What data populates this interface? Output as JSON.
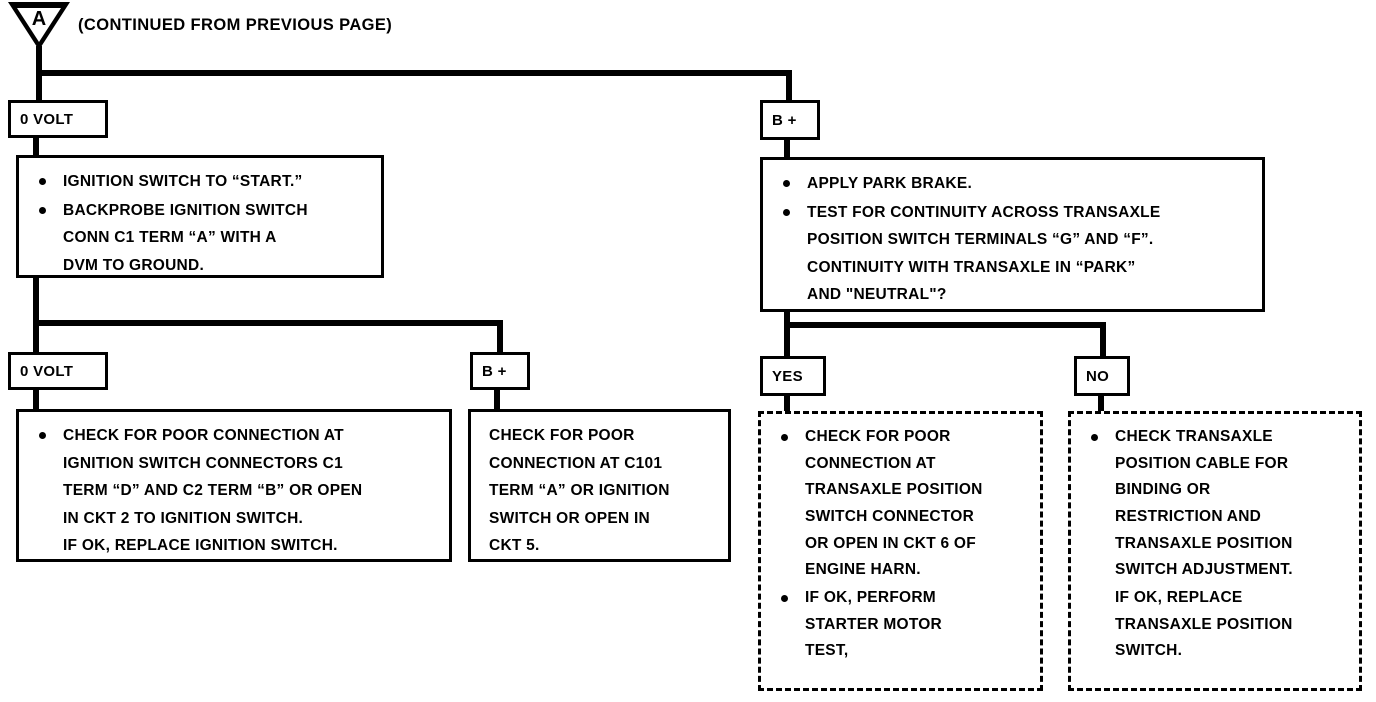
{
  "diagram": {
    "type": "troubleshooting-flowchart",
    "colors": {
      "line": "#000000",
      "background": "#ffffff",
      "text": "#000000"
    },
    "connector": {
      "shape": "inverted-triangle",
      "letter": "A",
      "note": "(CONTINUED FROM PREVIOUS PAGE)"
    },
    "branch_labels": {
      "left_top": "0 VOLT",
      "right_top": "B +",
      "left_bottom_left": "0 VOLT",
      "left_bottom_right": "B +",
      "right_bottom_left": "YES",
      "right_bottom_right": "NO"
    },
    "boxes": {
      "left_test": {
        "style": "solid",
        "items": [
          {
            "bullet": true,
            "lines": [
              "IGNITION SWITCH TO “START.”"
            ]
          },
          {
            "bullet": true,
            "lines": [
              "BACKPROBE IGNITION SWITCH",
              "CONN C1 TERM “A” WITH A",
              "DVM TO GROUND."
            ]
          }
        ]
      },
      "right_test": {
        "style": "solid",
        "items": [
          {
            "bullet": true,
            "lines": [
              "APPLY PARK BRAKE."
            ]
          },
          {
            "bullet": true,
            "lines": [
              "TEST FOR CONTINUITY ACROSS TRANSAXLE",
              "POSITION SWITCH TERMINALS “G” AND “F”.",
              "CONTINUITY WITH TRANSAXLE IN “PARK”",
              "AND \"NEUTRAL\"?"
            ]
          }
        ]
      },
      "left_result_zero_volt": {
        "style": "solid",
        "items": [
          {
            "bullet": true,
            "lines": [
              "CHECK FOR POOR CONNECTION AT",
              "IGNITION SWITCH CONNECTORS C1",
              "TERM “D” AND C2 TERM “B” OR OPEN",
              "IN CKT 2 TO IGNITION SWITCH.",
              "IF OK, REPLACE IGNITION SWITCH."
            ]
          }
        ]
      },
      "left_result_b_plus": {
        "style": "solid",
        "items": [
          {
            "bullet": false,
            "lines": [
              "CHECK FOR POOR",
              "CONNECTION AT C101",
              "TERM “A” OR IGNITION",
              "SWITCH OR OPEN IN",
              "CKT 5."
            ]
          }
        ]
      },
      "right_result_yes": {
        "style": "dashed",
        "items": [
          {
            "bullet": true,
            "lines": [
              "CHECK FOR POOR",
              "CONNECTION AT",
              "TRANSAXLE POSITION",
              "SWITCH CONNECTOR",
              "OR OPEN IN CKT 6 OF",
              "ENGINE HARN."
            ]
          },
          {
            "bullet": true,
            "lines": [
              "IF OK, PERFORM",
              "STARTER MOTOR",
              "TEST,"
            ]
          }
        ]
      },
      "right_result_no": {
        "style": "dashed",
        "items": [
          {
            "bullet": true,
            "lines": [
              "CHECK TRANSAXLE",
              "POSITION CABLE FOR",
              "BINDING OR",
              "RESTRICTION AND",
              "TRANSAXLE POSITION",
              "SWITCH ADJUSTMENT."
            ]
          },
          {
            "bullet": false,
            "lines": [
              "IF OK, REPLACE",
              "TRANSAXLE POSITION",
              "SWITCH."
            ]
          }
        ]
      }
    }
  }
}
